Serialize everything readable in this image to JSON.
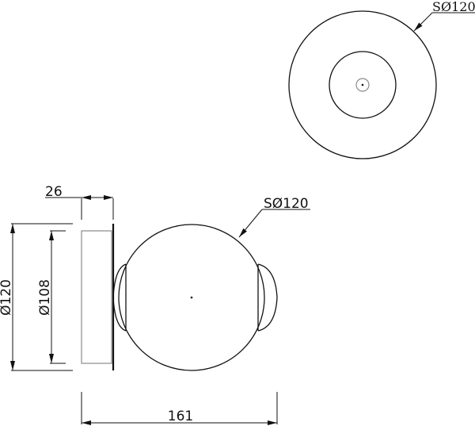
{
  "drawing": {
    "top_view": {
      "label": "SØ120"
    },
    "side_view": {
      "sphere_label": "SØ120",
      "depth_label": "26",
      "outer_diameter_label": "Ø120",
      "inner_diameter_label": "Ø108",
      "width_label": "161"
    }
  },
  "colors": {
    "line": "#111111",
    "hidden": "#8a8a8a"
  }
}
